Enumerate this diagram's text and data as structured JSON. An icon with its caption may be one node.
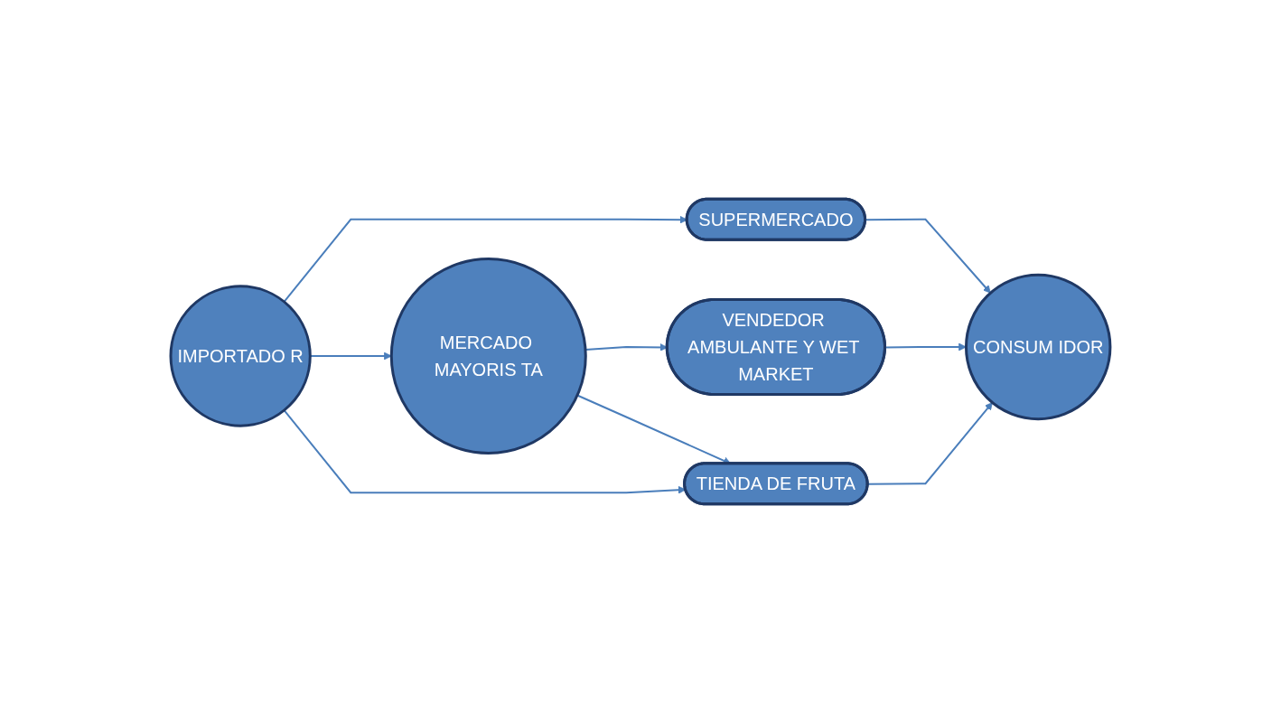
{
  "diagram": {
    "nodes": [
      {
        "text": [
          "SUPERMERCADO"
        ]
      },
      {
        "text": [
          "IMPORTADO R"
        ]
      },
      {
        "text": [
          "MERCADO MAYORIS TA"
        ]
      },
      {
        "text": [
          "VENDEDOR AMBULANTE Y WET MARKET"
        ]
      },
      {
        "text": [
          "CONSUM IDOR"
        ]
      },
      {
        "text": [
          "TIENDA DE FRUTA"
        ]
      }
    ],
    "edges": [
      {
        "from": 1,
        "to": 0,
        "arrow": "to"
      },
      {
        "from": 1,
        "to": 2,
        "arrow": "to"
      },
      {
        "from": 1,
        "to": 5,
        "arrow": "to"
      },
      {
        "from": 2,
        "to": 3,
        "arrow": "to"
      },
      {
        "from": 2,
        "to": 5,
        "arrow": "to"
      },
      {
        "from": 0,
        "to": 4,
        "arrow": "to"
      },
      {
        "from": 3,
        "to": 4,
        "arrow": "to"
      },
      {
        "from": 5,
        "to": 4,
        "arrow": "to"
      }
    ]
  }
}
